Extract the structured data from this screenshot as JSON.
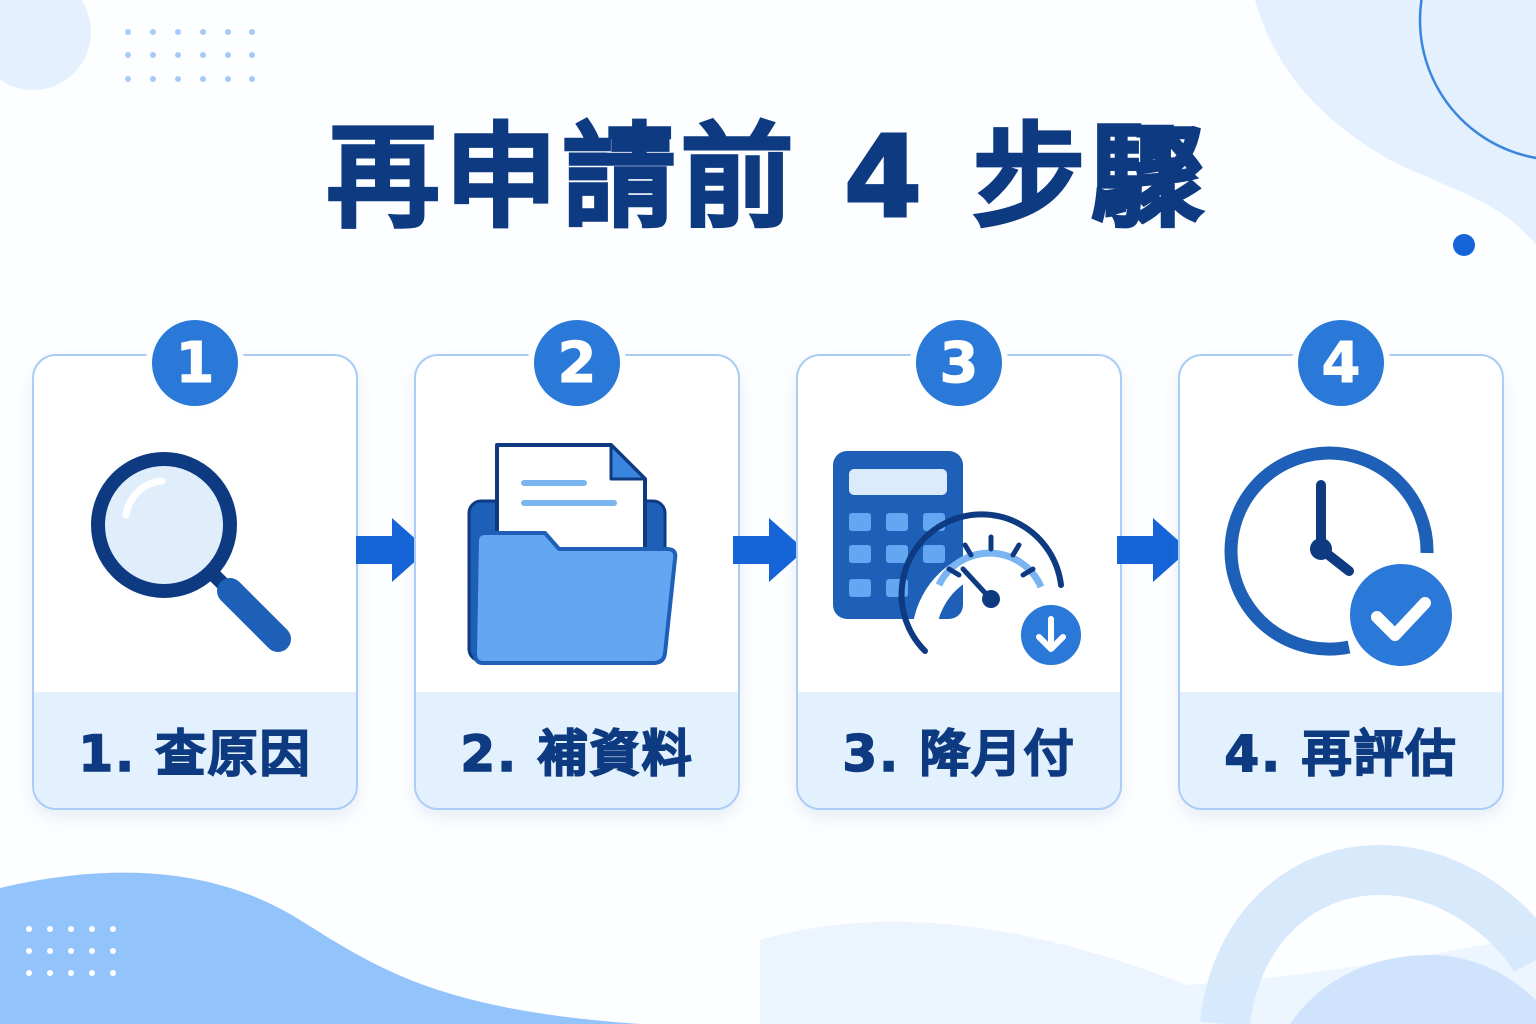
{
  "title": "再申請前 4 步驟",
  "colors": {
    "title": "#0d3a80",
    "badge": "#2a78d8",
    "card_border": "#a9cdf6",
    "label_band": "#e3f0fd",
    "arrow": "#1565d8",
    "icon_dark": "#0d3a80",
    "icon_mid": "#1e63c0",
    "icon_light": "#63a6f2"
  },
  "steps": [
    {
      "number": "1",
      "label": "1. 查原因",
      "icon": "magnifier-icon"
    },
    {
      "number": "2",
      "label": "2. 補資料",
      "icon": "folder-document-icon"
    },
    {
      "number": "3",
      "label": "3. 降月付",
      "icon": "calculator-gauge-icon"
    },
    {
      "number": "4",
      "label": "4. 再評估",
      "icon": "clock-check-icon"
    }
  ]
}
